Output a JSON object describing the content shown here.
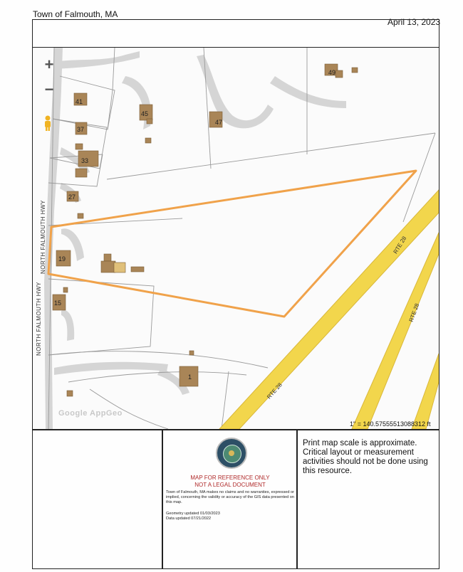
{
  "header": {
    "town": "Town of Falmouth, MA",
    "date": "April 13, 2023"
  },
  "map": {
    "zoom_in_label": "+",
    "zoom_out_label": "−",
    "street_labels": [
      "NORTH FALMOUTH HWY",
      "NORTH FALMOUTH HWY"
    ],
    "route_labels": [
      "RTE 28",
      "RTE 28",
      "RTE 28"
    ],
    "lot_numbers": [
      "49",
      "41",
      "45",
      "47",
      "37",
      "33",
      "27",
      "19",
      "15",
      "1"
    ],
    "attribution": "Google  AppGeo",
    "scale": "1\" = 140.57555513088312 ft",
    "colors": {
      "parcel_highlight": "#f0a24a",
      "road": "#f2d64c",
      "building": "#a98557",
      "driveway": "#c7c7c7"
    }
  },
  "footer": {
    "seal_icon": "town-seal-icon",
    "disclaimer_title_line1": "MAP FOR REFERENCE ONLY",
    "disclaimer_title_line2": "NOT A LEGAL DOCUMENT",
    "disclaimer_body": "Town of Falmouth, MA makes no claims and no warranties, expressed or implied, concerning the validity or accuracy of the GIS data presented on this map.",
    "geometry_updated": "Geometry updated 01/03/2023",
    "data_updated": "Data updated 07/21/2022",
    "print_note": "Print map scale is approximate. Critical layout or measurement activities should not be done using this resource."
  }
}
